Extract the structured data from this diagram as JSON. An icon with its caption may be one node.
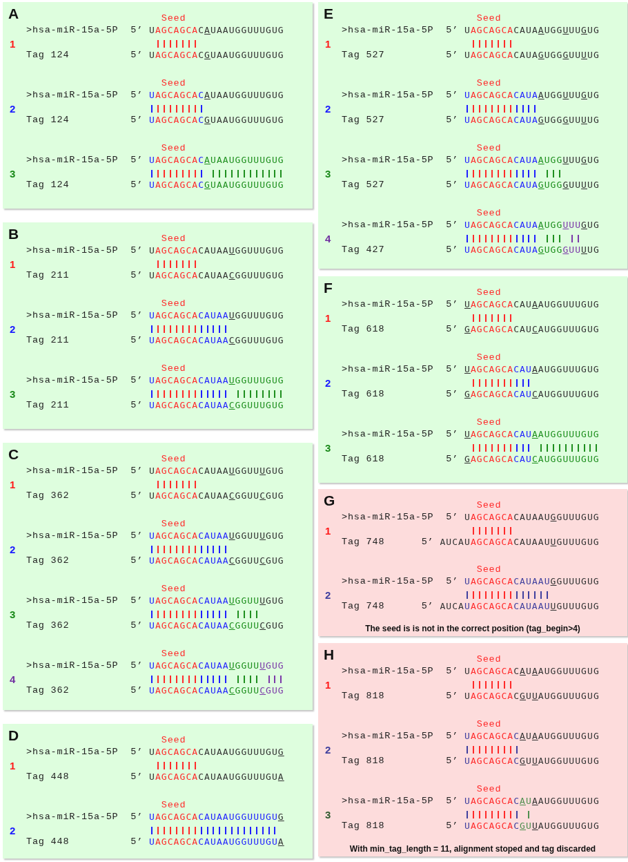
{
  "diagram": {
    "nodes": [
      {
        "text": [
          "A",
          "Seed",
          ">hsa-miR-15a-5P",
          "5’",
          "UAGCAGCACAUAAUGGUUUGUG",
          "1",
          "Tag 124",
          "5’",
          "UAGCAGCACGUAAUGGUUUGUG",
          "Seed",
          ">hsa-miR-15a-5P",
          "5’",
          "UAGCAGCACAUAAUGGUUUGUG",
          "2",
          "Tag 124",
          "5’",
          "UAGCAGCACGUAAUGGUUUGUG",
          "Seed",
          ">hsa-miR-15a-5P",
          "5’",
          "UAGCAGCACAUAAUGGUUUGUG",
          "3",
          "Tag 124",
          "5’",
          "UAGCAGCACGUAAUGGUUUGUG"
        ]
      },
      {
        "text": [
          "B",
          "Seed",
          ">hsa-miR-15a-5P",
          "5’",
          "UAGCAGCACAUAAUGGUUUGUG",
          "1",
          "Tag 211",
          "5’",
          "UAGCAGCACAUAACGGUUUGUG",
          "Seed",
          ">hsa-miR-15a-5P",
          "5’",
          "UAGCAGCACAUAAUGGUUUGUG",
          "2",
          "Tag 211",
          "5’",
          "UAGCAGCACAUAACGGUUUGUG",
          "Seed",
          ">hsa-miR-15a-5P",
          "5’",
          "UAGCAGCACAUAAUGGUUUGUG",
          "3",
          "Tag 211",
          "5’",
          "UAGCAGCACAUAACGGUUUGUG"
        ]
      },
      {
        "text": [
          "C",
          "Seed",
          ">hsa-miR-15a-5P",
          "5’",
          "UAGCAGCACAUAAUGGUUUGUG",
          "1",
          "Tag 362",
          "5’",
          "UAGCAGCACAUAACGGUUCGUG",
          "Seed",
          ">hsa-miR-15a-5P",
          "5’",
          "UAGCAGCACAUAAUGGUUUGUG",
          "2",
          "Tag 362",
          "5’",
          "UAGCAGCACAUAACGGUUCGUG",
          "Seed",
          ">hsa-miR-15a-5P",
          "5’",
          "UAGCAGCACAUAAUGGUUUGUG",
          "3",
          "Tag 362",
          "5’",
          "UAGCAGCACAUAACGGUUCGUG",
          "Seed",
          ">hsa-miR-15a-5P",
          "5’",
          "UAGCAGCACAUAAUGGUUUGUG",
          "4",
          "Tag 362",
          "5’",
          "UAGCAGCACAUAACGGUUCGUG"
        ]
      },
      {
        "text": [
          "D",
          "Seed",
          ">hsa-miR-15a-5P",
          "5’",
          "UAGCAGCACAUAAUGGUUUGUG",
          "1",
          "Tag 448",
          "5’",
          "UAGCAGCACAUAAUGGUUUGUA",
          "Seed",
          ">hsa-miR-15a-5P",
          "5’",
          "UAGCAGCACAUAAUGGUUUGUG",
          "2",
          "Tag 448",
          "5’",
          "UAGCAGCACAUAAUGGUUUGUA"
        ]
      },
      {
        "text": [
          "E",
          "Seed",
          ">hsa-miR-15a-5P",
          "5’",
          "UAGCAGCACAUAAUGGUUUGUG",
          "1",
          "Tag 527",
          "5’",
          "UAGCAGCACAUAGUGGGUUUUG",
          "Seed",
          ">hsa-miR-15a-5P",
          "5’",
          "UAGCAGCACAUAAUGGUUUGUG",
          "2",
          "Tag 527",
          "5’",
          "UAGCAGCACAUAGUGGGUUUUG",
          "Seed",
          ">hsa-miR-15a-5P",
          "5’",
          "UAGCAGCACAUAAUGGUUUGUG",
          "3",
          "Tag 527",
          "5’",
          "UAGCAGCACAUAGUGGGUUUUG",
          "Seed",
          ">hsa-miR-15a-5P",
          "5’",
          "UAGCAGCACAUAAUGGUUUGUG",
          "4",
          "Tag 427",
          "5’",
          "UAGCAGCACAUAGUGGGUUUUG"
        ]
      },
      {
        "text": [
          "F",
          "Seed",
          ">hsa-miR-15a-5P",
          "5’",
          "UAGCAGCACAUAAUGGUUUGUG",
          "1",
          "Tag 618",
          "5’",
          "GAGCAGCACAUCAUGGUUUGUG",
          "Seed",
          ">hsa-miR-15a-5P",
          "5’",
          "UAGCAGCACAUAAUGGUUUGUG",
          "2",
          "Tag 618",
          "5’",
          "GAGCAGCACAUCAUGGUUUGUG",
          "Seed",
          ">hsa-miR-15a-5P",
          "5’",
          "UAGCAGCACAUAAUGGUUUGUG",
          "3",
          "Tag 618",
          "5’",
          "GAGCAGCACAUCAUGGUUUGUG"
        ]
      },
      {
        "text": [
          "G",
          "Seed",
          ">hsa-miR-15a-5P",
          "5’",
          "UAGCAGCACAUAAUGGUUUGUG",
          "1",
          "Tag 748",
          "5’",
          "AUCAUAGCAGCACAUAAUUGUUUGUG",
          "Seed",
          ">hsa-miR-15a-5P",
          "5’",
          "UAGCAGCACAUAAUGGUUUGUG",
          "2",
          "Tag 748",
          "5’",
          "AUCAUAGCAGCACAUAAUUGUUUGUG",
          "The seed is is not in the correct position (tag_begin>4)"
        ]
      },
      {
        "text": [
          "H",
          "Seed",
          ">hsa-miR-15a-5P",
          "5’",
          "UAGCAGCACAUAAUGGUUUGUG",
          "1",
          "Tag 818",
          "5’",
          "UAGCAGCACGUUAUGGUUUGUG",
          "Seed",
          ">hsa-miR-15a-5P",
          "5’",
          "UAGCAGCACAUAAUGGUUUGUG",
          "2",
          "Tag 818",
          "5’",
          "UAGCAGCACGUUAUGGUUUGUG",
          "Seed",
          ">hsa-miR-15a-5P",
          "5’",
          "UAGCAGCACAUAAUGGUUUGUG",
          "3",
          "Tag 818",
          "5’",
          "UAGCAGCACGUUAUGGUUUGUG",
          "With min_tag_length = 11, alignment stoped and tag discarded"
        ]
      }
    ]
  }
}
